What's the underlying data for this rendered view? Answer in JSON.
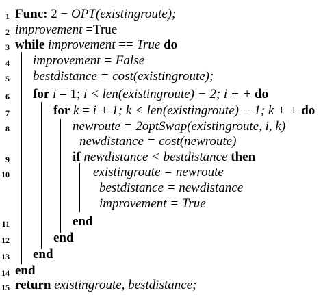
{
  "algorithm": {
    "line_numbers": [
      "1",
      "2",
      "3",
      "4",
      "5",
      "6",
      "7",
      "8",
      "9",
      "10",
      "11",
      "12",
      "13",
      "14",
      "15"
    ],
    "lines": [
      {
        "kw": "Func:",
        "text": " 2 − ",
        "expr": "OPT(existingroute);"
      },
      {
        "expr": "improvement",
        "text": " =True"
      },
      {
        "kw": "while",
        "expr": "improvement",
        "text": " == ",
        "expr2": "True",
        "kw2": "do"
      },
      {
        "expr": "improvement = False"
      },
      {
        "expr": "bestdistance = cost(existingroute);"
      },
      {
        "kw": "for",
        "expr": "i",
        "text": " = 1; ",
        "expr2": "i < len(existingroute) − 2; i + +",
        "kw2": "do"
      },
      {
        "kw": "for",
        "expr": "k",
        "text": " = ",
        "expr2": "i + 1; k < len(existingroute) − 1; k + +",
        "kw2": "do"
      },
      {
        "expr": "newroute = 2optSwap(existingroute, i, k)"
      },
      {
        "expr": "newdistance = cost(newroute)"
      },
      {
        "kw": "if",
        "expr": "newdistance < bestdistance",
        "kw2": "then"
      },
      {
        "expr": "existingroute = newroute"
      },
      {
        "expr": "bestdistance = newdistance"
      },
      {
        "expr": "improvement = True"
      },
      {
        "kw": "end"
      },
      {
        "kw": "end"
      },
      {
        "kw": "end"
      },
      {
        "kw": "end"
      },
      {
        "kw": "return",
        "expr": "existingroute, bestdistance;"
      }
    ]
  }
}
